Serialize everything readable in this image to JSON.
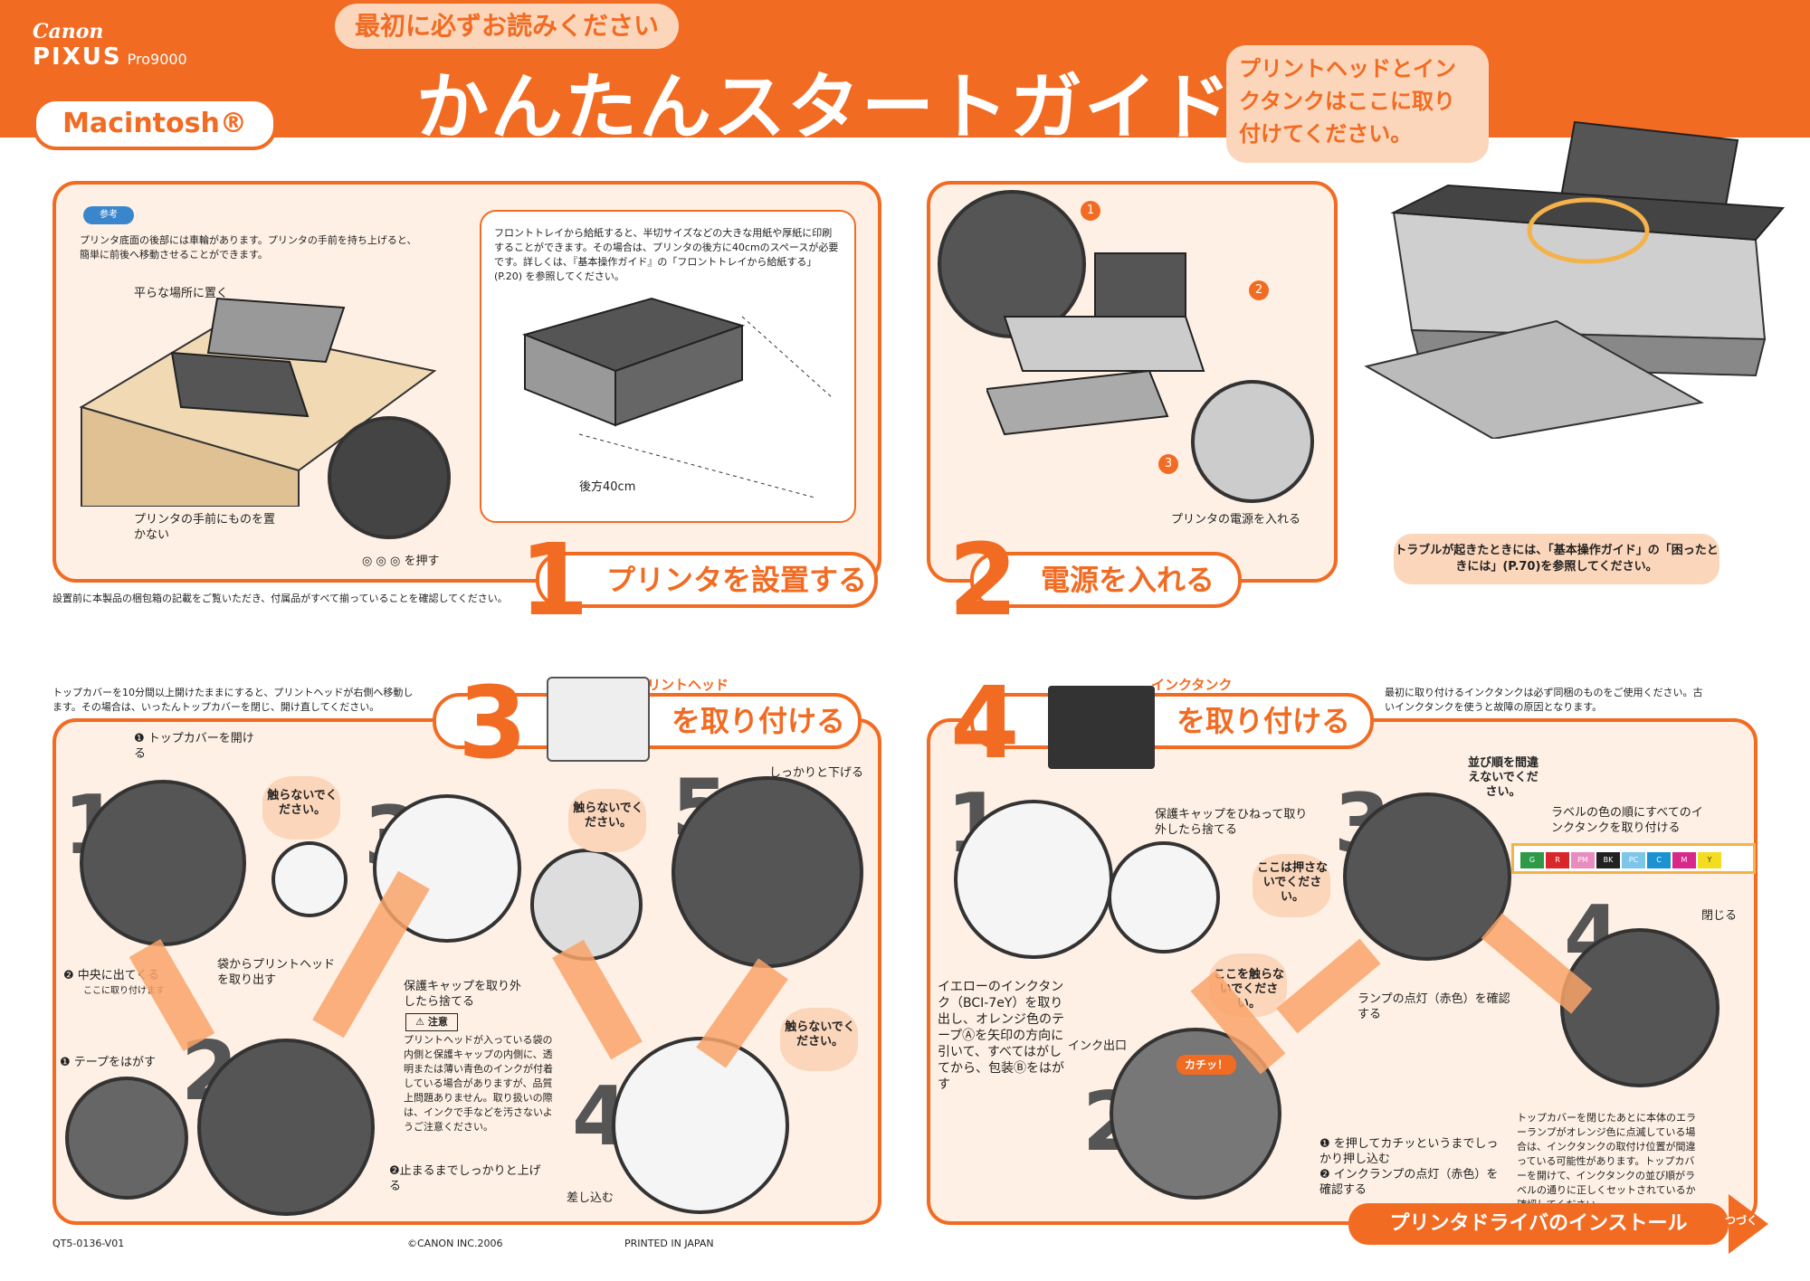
{
  "header": {
    "brand": "Canon",
    "product": "PIXUS",
    "model": "Pro9000",
    "os_badge": "Macintosh®",
    "notice": "最初に必ずお読みください",
    "title": "かんたんスタートガイド",
    "bubble": "プリントヘッドとインクタンクはここに取り付けてください。"
  },
  "trouble_note": "トラブルが起きたときには、「基本操作ガイド」の「困ったときには」(P.70)を参照してください。",
  "step1": {
    "number": "1",
    "label": "プリンタを設置する",
    "memo_badge": "参考",
    "memo_text": "プリンタ底面の後部には車輪があります。プリンタの手前を持ち上げると、簡単に前後へ移動させることができます。",
    "flat_place": "平らな場所に置く",
    "no_items_front": "プリンタの手前にものを置かない",
    "press": "を押す",
    "front_tray_text": "フロントトレイから給紙すると、半切サイズなどの大きな用紙や厚紙に印刷することができます。その場合は、プリンタの後方に40cmのスペースが必要です。詳しくは、『基本操作ガイド』の「フロントトレイから給紙する」(P.20) を参照してください。",
    "rear_space": "後方40cm",
    "pre_note": "設置前に本製品の梱包箱の記載をご覧いただき、付属品がすべて揃っていることを確認してください。"
  },
  "step2": {
    "number": "2",
    "label": "電源を入れる",
    "power_on": "プリンタの電源を入れる"
  },
  "step3": {
    "number": "3",
    "label": "を取り付ける",
    "part": "プリントヘッド",
    "intro": "トップカバーを10分間以上開けたままにすると、プリントヘッドが右側へ移動します。その場合は、いったんトップカバーを閉じ、開け直してください。",
    "open_cover": "❶ トップカバーを開ける",
    "center": "❷ 中央に出てくる",
    "attach_here": "ここに取り付けます",
    "take_out_bag": "袋からプリントヘッドを取り出す",
    "remove_tape": "❶ テープをはがす",
    "raise_firmly": "❷止まるまでしっかりと上げる",
    "cap_remove": "保護キャップを取り外したら捨てる",
    "caution_title": "注意",
    "caution_text": "プリントヘッドが入っている袋の内側と保護キャップの内側に、透明または薄い青色のインクが付着している場合がありますが、品質上問題ありません。取り扱いの際は、インクで手などを汚さないようご注意ください。",
    "dont_touch_1": "触らないでください。",
    "dont_touch_2": "触らないでください。",
    "dont_touch_3": "触らないでください。",
    "lower_firmly": "しっかりと下げる",
    "insert": "差し込む"
  },
  "step4": {
    "number": "4",
    "label": "を取り付ける",
    "part": "インクタンク",
    "intro": "最初に取り付けるインクタンクは必ず同梱のものをご使用ください。古いインクタンクを使うと故障の原因となります。",
    "cap_twist": "保護キャップをひねって取り外したら捨てる",
    "dont_press": "ここは押さないでください。",
    "dont_touch": "ここを触らないでください。",
    "yellow_text": "イエローのインクタンク（BCI-7eY）を取り出し、オレンジ色のテープⒶを矢印の方向に引いて、すべてはがしてから、包装Ⓑをはがす",
    "ink_outlet": "インク出口",
    "click": "カチッ！",
    "push_click": "❶ を押してカチッというまでしっかり押し込む",
    "check_lamp": "❷ インクランプの点灯（赤色）を確認する",
    "order_warn": "並び順を間違えないでください。",
    "label_order": "ラベルの色の順にすべてのインクタンクを取り付ける",
    "lamp_red": "ランプの点灯（赤色）を確認する",
    "close": "閉じる",
    "error_note": "トップカバーを閉じたあとに本体のエラーランプがオレンジ色に点滅している場合は、インクタンクの取付け位置が間違っている可能性があります。トップカバーを開けて、インクタンクの並び順がラベルの通りに正しくセットされているか確認してください。",
    "colors": [
      "G",
      "R",
      "PM",
      "BK",
      "PC",
      "C",
      "M",
      "Y"
    ]
  },
  "colors": {
    "G": "#2e9a47",
    "R": "#d8262b",
    "PM": "#e88bbf",
    "BK": "#222222",
    "PC": "#7cc6e8",
    "C": "#1c92d2",
    "M": "#d8288a",
    "Y": "#f4dc21",
    "accent": "#f26b22"
  },
  "next": {
    "label": "プリンタドライバのインストール",
    "cont": "つづく"
  },
  "footer": {
    "code": "QT5-0136-V01",
    "copyright": "©CANON INC.2006",
    "printed": "PRINTED IN JAPAN"
  }
}
